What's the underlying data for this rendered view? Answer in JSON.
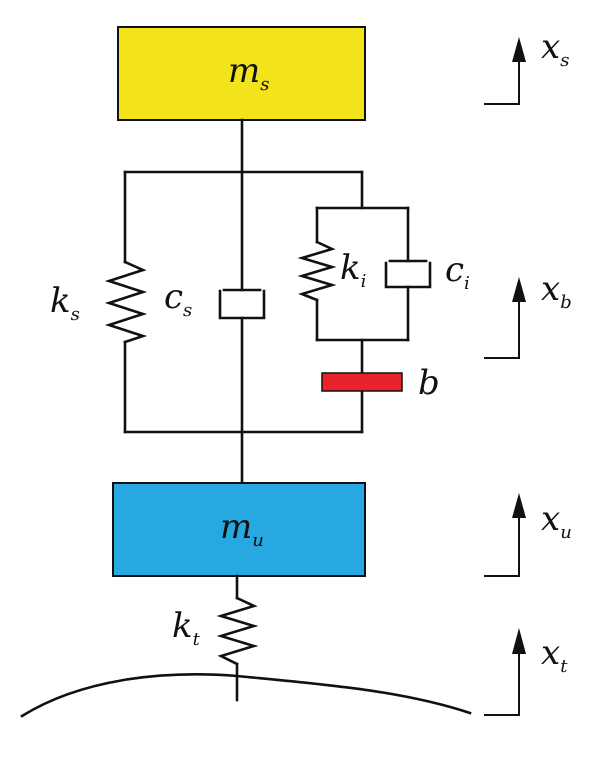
{
  "masses": {
    "sprung": {
      "symbol": "m",
      "subscript": "s",
      "color": "#f3e31a"
    },
    "unsprung": {
      "symbol": "m",
      "subscript": "u",
      "color": "#27a8e0"
    }
  },
  "components": {
    "suspension_spring": {
      "symbol": "k",
      "subscript": "s"
    },
    "suspension_damper": {
      "symbol": "c",
      "subscript": "s"
    },
    "inerter_spring": {
      "symbol": "k",
      "subscript": "i"
    },
    "inerter_damper": {
      "symbol": "c",
      "subscript": "i"
    },
    "inerter": {
      "symbol": "b",
      "color": "#e8242a"
    },
    "tire_spring": {
      "symbol": "k",
      "subscript": "t"
    }
  },
  "displacements": [
    {
      "symbol": "x",
      "subscript": "s"
    },
    {
      "symbol": "x",
      "subscript": "b"
    },
    {
      "symbol": "x",
      "subscript": "u"
    },
    {
      "symbol": "x",
      "subscript": "t"
    }
  ]
}
